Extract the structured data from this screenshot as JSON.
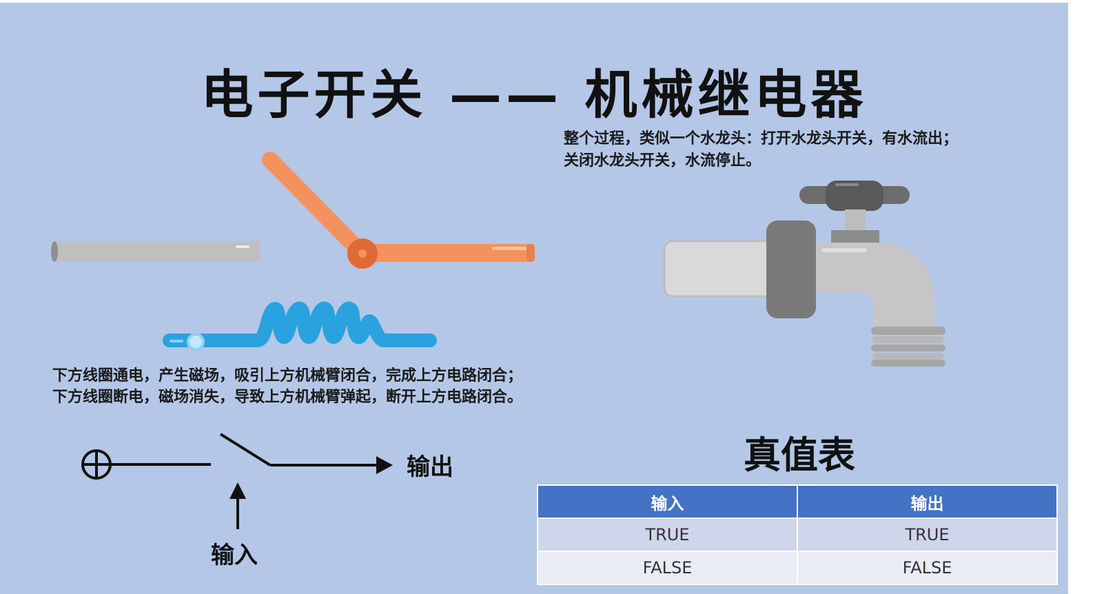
{
  "title": "电子开关 —— 机械继电器",
  "faucet_description": [
    "整个过程，类似一个水龙头：打开水龙头开关，有水流出；",
    "关闭水龙头开关，水流停止。"
  ],
  "relay_description": [
    "下方线圈通电，产生磁场，吸引上方机械臂闭合，完成上方电路闭合；",
    "下方线圈断电，磁场消失，导致上方机械臂弹起，断开上方电路闭合。"
  ],
  "symbol": {
    "output_label": "输出",
    "input_label": "输入"
  },
  "truth_table": {
    "title": "真值表",
    "headers": [
      "输入",
      "输出"
    ],
    "rows": [
      [
        "TRUE",
        "TRUE"
      ],
      [
        "FALSE",
        "FALSE"
      ]
    ]
  },
  "colors": {
    "background": "#b4c7e7",
    "arm": "#f4925e",
    "pivot": "#e06a36",
    "coil": "#2aa2e0",
    "rod": "#bfbfbf",
    "faucet": "#c8c8c8",
    "table_header": "#4472c4"
  }
}
